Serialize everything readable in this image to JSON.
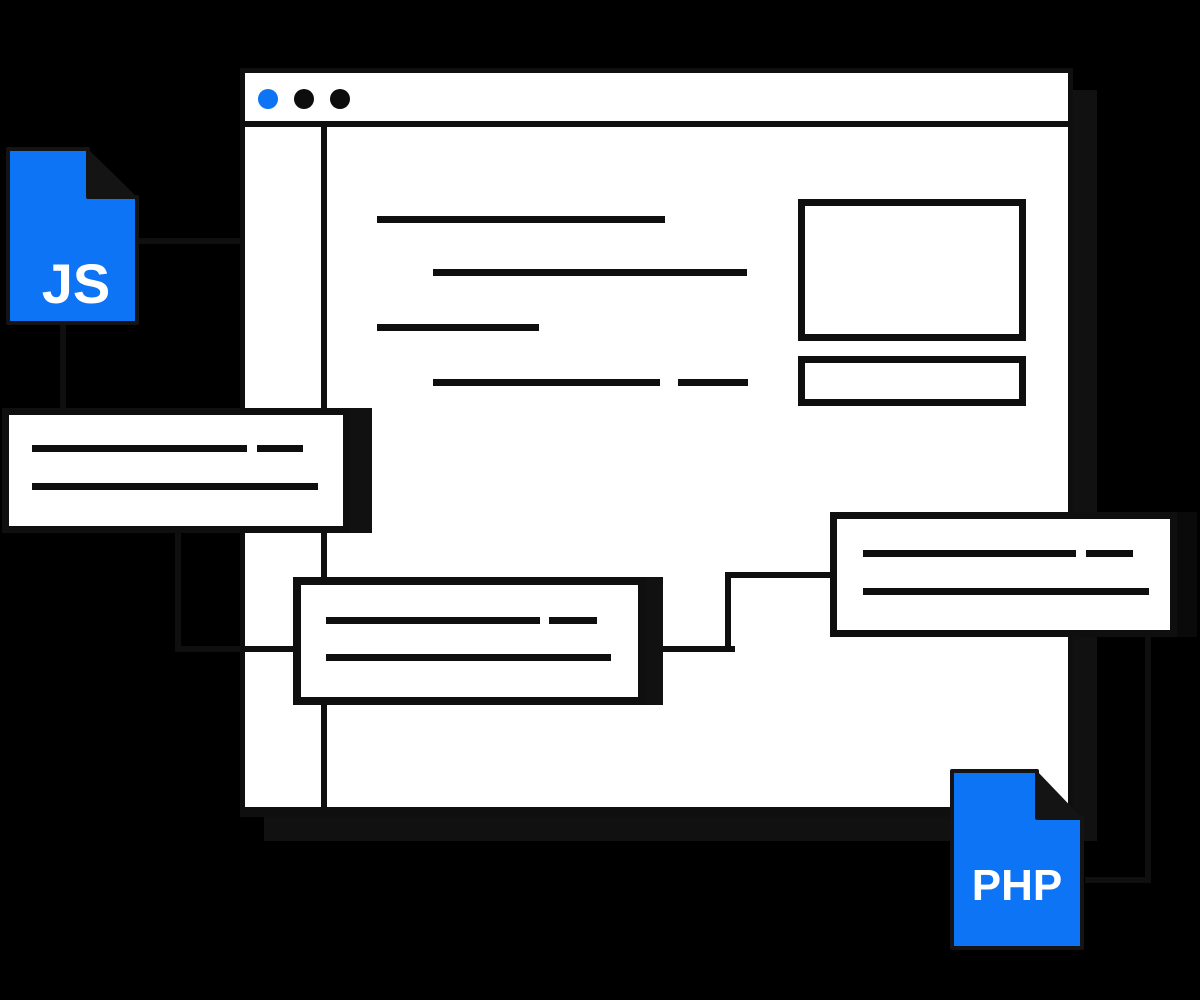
{
  "colors": {
    "background": "#000000",
    "accent": "#0d74f5",
    "ink": "#0f0f0f",
    "paper": "#ffffff",
    "shadow": "#111111"
  },
  "browser_window": {
    "traffic_lights": [
      {
        "name": "close",
        "color": "#0d74f5"
      },
      {
        "name": "minimize",
        "color": "#0d0d0d"
      },
      {
        "name": "maximize",
        "color": "#0d0d0d"
      }
    ]
  },
  "file_icons": {
    "js": {
      "label": "JS",
      "color": "#0d74f5"
    },
    "php": {
      "label": "PHP",
      "color": "#0d74f5"
    }
  }
}
